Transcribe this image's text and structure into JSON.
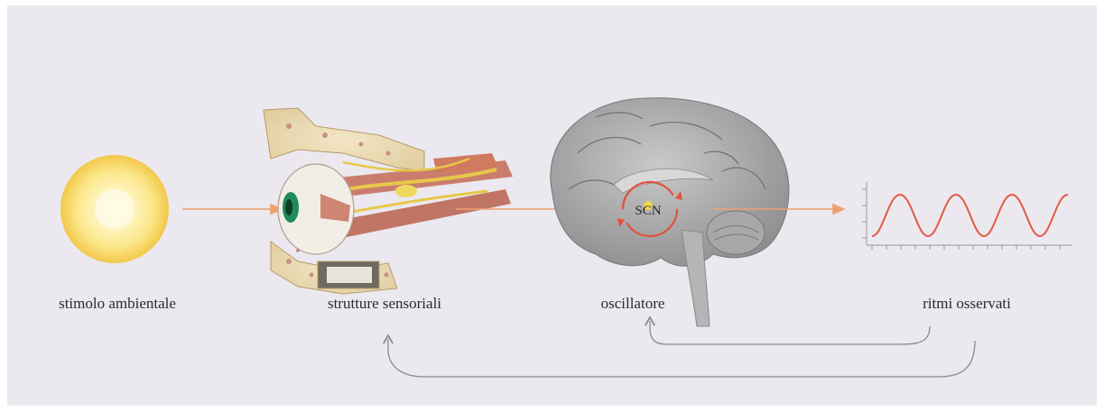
{
  "stages": [
    {
      "id": "stimulus",
      "label": "stimolo ambientale"
    },
    {
      "id": "sensory",
      "label": "strutture sensoriali"
    },
    {
      "id": "oscillator",
      "label": "oscillatore"
    },
    {
      "id": "rhythms",
      "label": "ritmi osservati"
    }
  ],
  "brain": {
    "nucleus_label": "SCN"
  },
  "colors": {
    "background": "#ebe8ef",
    "arrow": "#f0a070",
    "rhythm_wave": "#e05a45",
    "feedback_arrow": "#8a8a8a",
    "sun_core": "#fff4c0",
    "sun_edge": "#f6d35a"
  }
}
